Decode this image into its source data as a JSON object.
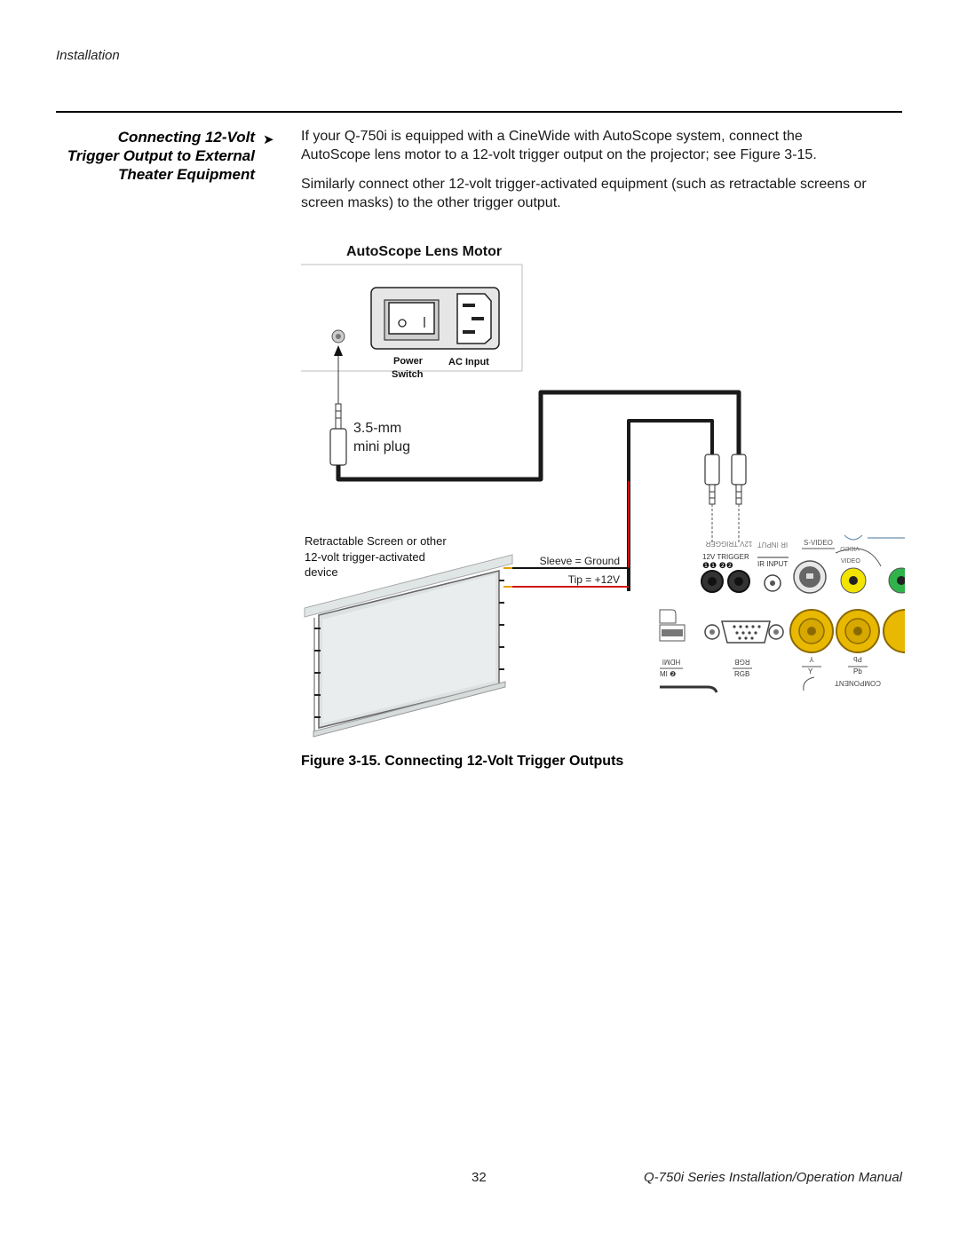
{
  "header": {
    "section": "Installation"
  },
  "section": {
    "heading_lines": [
      "Connecting 12-Volt",
      "Trigger Output to External",
      "Theater Equipment"
    ],
    "arrow": "➤",
    "paragraph1_lines": [
      "If your Q-750i is equipped with a CineWide with AutoScope system, connect the",
      "AutoScope lens motor to a 12-volt trigger output on the projector; see Figure 3-15."
    ],
    "paragraph2_lines": [
      "Similarly connect other 12-volt trigger-activated equipment (such as retractable screens or",
      "screen masks) to the other trigger output."
    ]
  },
  "diagram": {
    "motor_title": "AutoScope Lens Motor",
    "power_switch_label": [
      "Power",
      "Switch"
    ],
    "ac_input_label": "AC Input",
    "plug_label": [
      "3.5-mm",
      "mini plug"
    ],
    "screen_label": [
      "Retractable Screen or other",
      "12-volt trigger-activated",
      "device"
    ],
    "sleeve_label": "Sleeve = Ground",
    "tip_label": "Tip = +12V",
    "panel": {
      "trigger_label": "12V TRIGGER",
      "trigger_label_mirrored": "12V TRIGGER",
      "ir_input_label": "IR INPUT",
      "ir_input_mirrored": "IR INPUT",
      "svideo_label": "S-VIDEO",
      "video_label": "VIDEO",
      "video_mirrored": "VIDEO",
      "hdmi_label": "HDMI",
      "hdmi_sub_label": "MI ❷",
      "rgb_label": "RGB",
      "rgb_mirrored": "RGB",
      "y_label": "Y",
      "pb_label": "Pb",
      "pb_mirrored": "Pb",
      "component_label": "COMPONENT",
      "trigger_numbers": "❶❶ ❷❷"
    }
  },
  "figure": {
    "caption": "Figure 3-15. Connecting 12-Volt Trigger Outputs"
  },
  "footer": {
    "page_number": "32",
    "manual_title": "Q-750i Series Installation/Operation Manual"
  }
}
